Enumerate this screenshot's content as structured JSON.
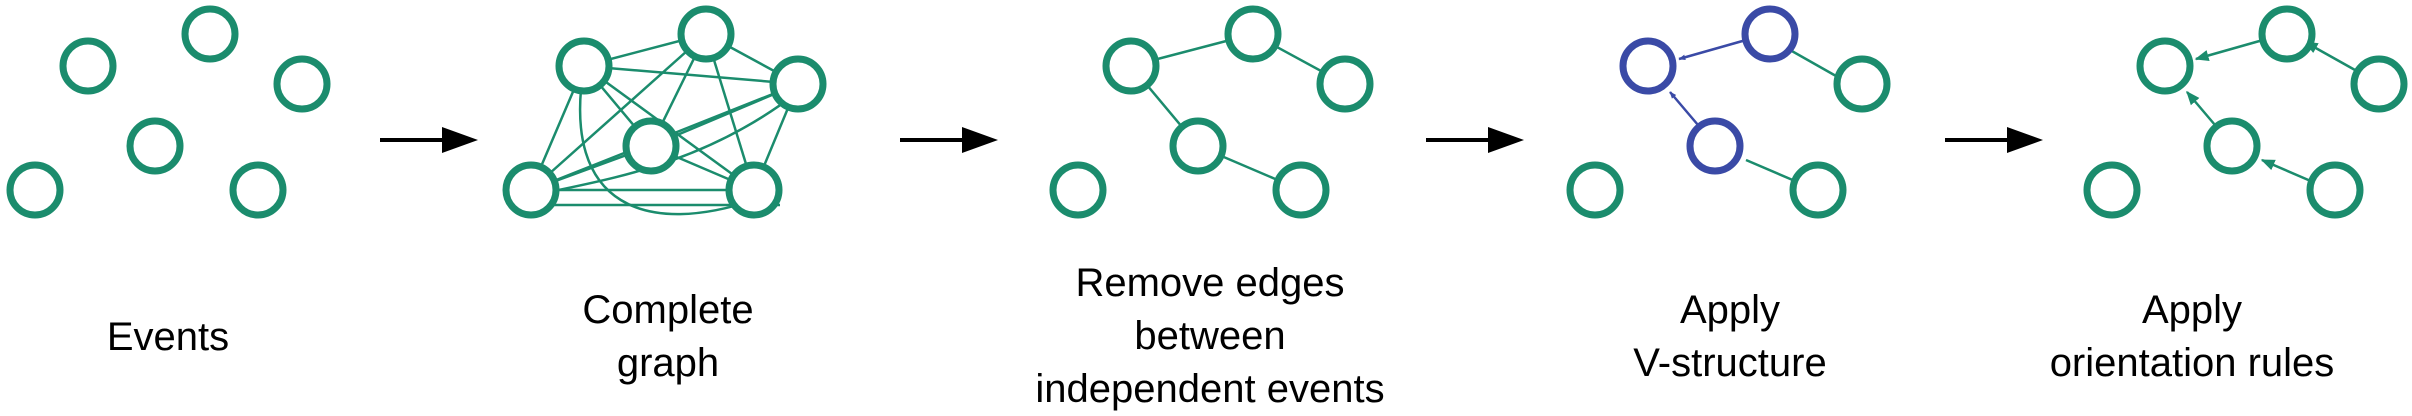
{
  "colors": {
    "node": "#1b8c6d",
    "highlight": "#3a4aa6",
    "arrow": "#000000",
    "background": "#ffffff"
  },
  "stages": [
    {
      "id": "events",
      "caption_lines": [
        "Events"
      ]
    },
    {
      "id": "complete",
      "caption_lines": [
        "Complete",
        "graph"
      ]
    },
    {
      "id": "remove",
      "caption_lines": [
        "Remove edges",
        "between",
        "independent events"
      ]
    },
    {
      "id": "vstructure",
      "caption_lines": [
        "Apply",
        "V-structure"
      ]
    },
    {
      "id": "orient",
      "caption_lines": [
        "Apply",
        "orientation rules"
      ]
    }
  ]
}
